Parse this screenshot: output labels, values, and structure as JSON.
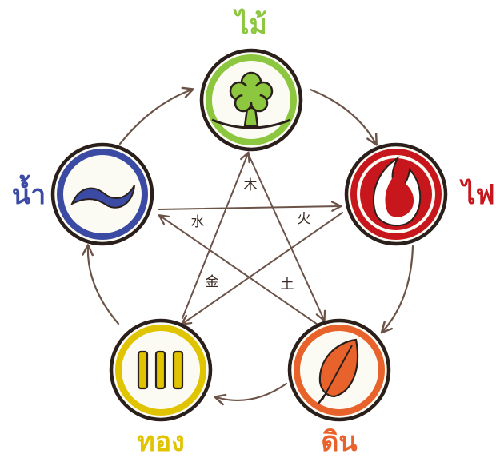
{
  "elements": {
    "wood": {
      "label": "ไม้",
      "color": "#8dc63f",
      "icon": "tree-icon"
    },
    "fire": {
      "label": "ไฟ",
      "color": "#c8161d",
      "icon": "flame-icon"
    },
    "earth": {
      "label": "ดิน",
      "color": "#e8622c",
      "icon": "leaf-icon"
    },
    "metal": {
      "label": "ทอง",
      "color": "#e0c400",
      "icon": "bars-icon"
    },
    "water": {
      "label": "น้ำ",
      "color": "#3b4aa3",
      "icon": "wave-icon"
    }
  },
  "star_characters": {
    "wood": "木",
    "fire": "火",
    "earth": "土",
    "metal": "金",
    "water": "水"
  },
  "line_color": "#6b5348"
}
